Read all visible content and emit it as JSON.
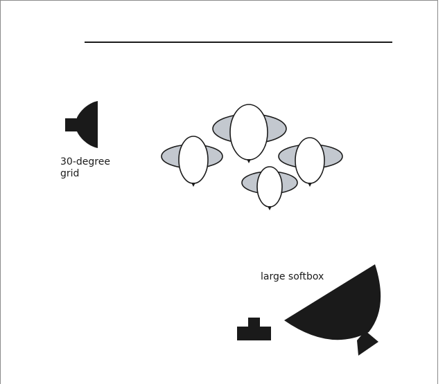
{
  "labels": {
    "grid_line1": "30-degree",
    "grid_line2": "grid",
    "softbox": "large softbox"
  },
  "colors": {
    "ink": "#1a1a1a",
    "head_fill": "#ffffff",
    "shoulder_fill": "#c3c8cf",
    "frame": "#8a8a8a"
  },
  "icons": [
    "grid-light-icon",
    "softbox-light-icon",
    "camera-icon",
    "subject-person-icon"
  ]
}
